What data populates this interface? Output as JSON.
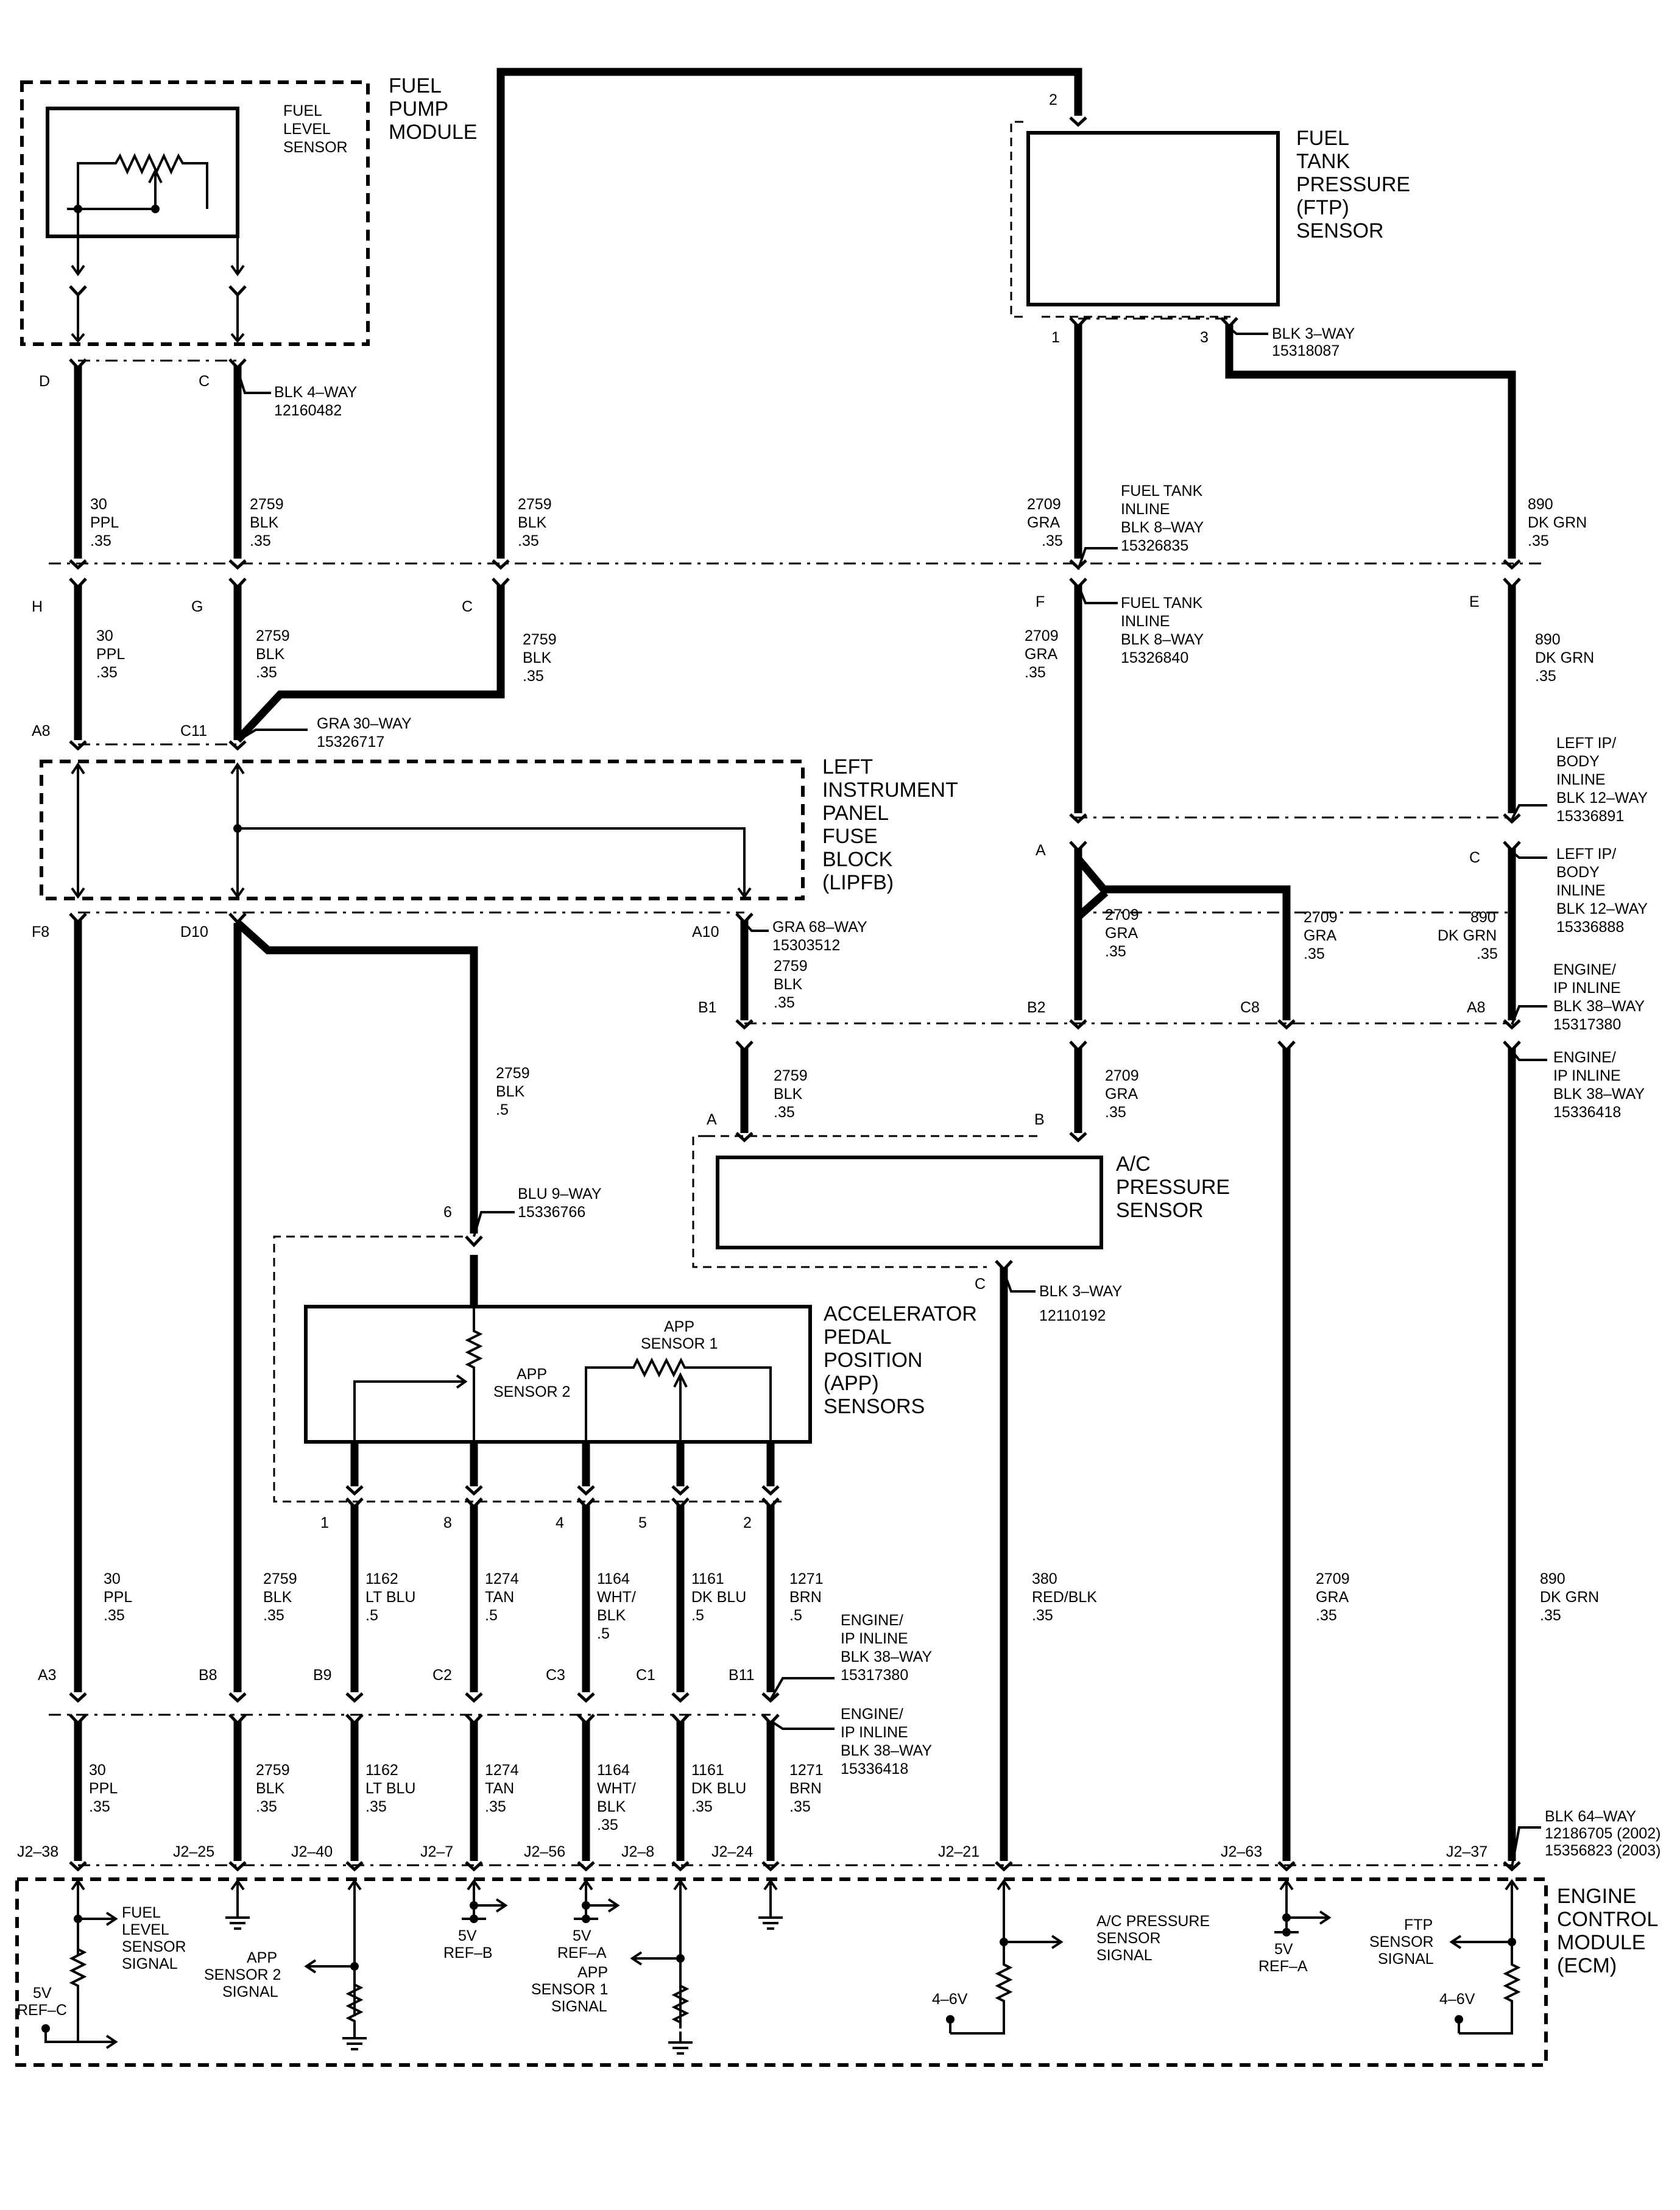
{
  "components": {
    "fuel_pump_module": [
      "FUEL",
      "PUMP",
      "MODULE"
    ],
    "fuel_level_sensor": [
      "FUEL",
      "LEVEL",
      "SENSOR"
    ],
    "ftp_sensor": [
      "FUEL",
      "TANK",
      "PRESSURE",
      "(FTP)",
      "SENSOR"
    ],
    "lipfb": [
      "LEFT",
      "INSTRUMENT",
      "PANEL",
      "FUSE",
      "BLOCK",
      "(LIPFB)"
    ],
    "ac_pressure_sensor": [
      "A/C",
      "PRESSURE",
      "SENSOR"
    ],
    "app_sensors": [
      "ACCELERATOR",
      "PEDAL",
      "POSITION",
      "(APP)",
      "SENSORS"
    ],
    "app_sensor_1": [
      "APP",
      "SENSOR 1"
    ],
    "app_sensor_2": [
      "APP",
      "SENSOR 2"
    ],
    "ecm": [
      "ENGINE",
      "CONTROL",
      "MODULE",
      "(ECM)"
    ]
  },
  "connectors": {
    "c_blk4": [
      "BLK 4–WAY",
      "12160482"
    ],
    "c_blk3_ftp": [
      "BLK 3–WAY",
      "15318087"
    ],
    "c_ft_inline_top": [
      "FUEL TANK",
      "INLINE",
      "BLK 8–WAY",
      "15326835"
    ],
    "c_ft_inline_bot": [
      "FUEL TANK",
      "INLINE",
      "BLK 8–WAY",
      "15326840"
    ],
    "c_gra30": [
      "GRA 30–WAY",
      "15326717"
    ],
    "c_ip_body_top": [
      "LEFT IP/",
      "BODY",
      "INLINE",
      "BLK 12–WAY",
      "15336891"
    ],
    "c_ip_body_bot": [
      "LEFT IP/",
      "BODY",
      "INLINE",
      "BLK 12–WAY",
      "15336888"
    ],
    "c_gra68": [
      "GRA 68–WAY",
      "15303512"
    ],
    "c_eng_ip_top1": [
      "ENGINE/",
      "IP INLINE",
      "BLK 38–WAY",
      "15317380"
    ],
    "c_eng_ip_bot1": [
      "ENGINE/",
      "IP INLINE",
      "BLK 38–WAY",
      "15336418"
    ],
    "c_blu9": [
      "BLU 9–WAY",
      "15336766"
    ],
    "c_blk3_ac": [
      "BLK 3–WAY",
      "12110192"
    ],
    "c_eng_ip_top2": [
      "ENGINE/",
      "IP INLINE",
      "BLK 38–WAY",
      "15317380"
    ],
    "c_eng_ip_bot2": [
      "ENGINE/",
      "IP INLINE",
      "BLK 38–WAY",
      "15336418"
    ],
    "c_blk64": [
      "BLK 64–WAY",
      "12186705 (2002)",
      "15356823 (2003)"
    ]
  },
  "pins": {
    "fpm_d": "D",
    "fpm_c": "C",
    "fpm_h": "H",
    "fpm_g": "G",
    "fpm_c2": "C",
    "ftp_2": "2",
    "ftp_1": "1",
    "ftp_3": "3",
    "ft_f": "F",
    "ft_e": "E",
    "a8": "A8",
    "c11": "C11",
    "f8": "F8",
    "d10": "D10",
    "a10": "A10",
    "ipb_a": "A",
    "ipb_c": "C",
    "b1": "B1",
    "b2": "B2",
    "c8": "C8",
    "a8b": "A8",
    "ac_a": "A",
    "ac_b": "B",
    "ac_c": "C",
    "blu_6": "6",
    "app_1": "1",
    "app_8": "8",
    "app_4": "4",
    "app_5": "5",
    "app_2": "2",
    "a3": "A3",
    "b8": "B8",
    "b9": "B9",
    "c2": "C2",
    "c3": "C3",
    "c1": "C1",
    "b11": "B11",
    "j2_38": "J2–38",
    "j2_25": "J2–25",
    "j2_40": "J2–40",
    "j2_7": "J2–7",
    "j2_56": "J2–56",
    "j2_8": "J2–8",
    "j2_24": "J2–24",
    "j2_21": "J2–21",
    "j2_63": "J2–63",
    "j2_37": "J2–37"
  },
  "wire_labels": {
    "w1": [
      "30",
      "PPL",
      ".35"
    ],
    "w2": [
      "2759",
      "BLK",
      ".35"
    ],
    "w3": [
      "2759",
      "BLK",
      ".35"
    ],
    "w4": [
      "2709",
      "GRA",
      ".35"
    ],
    "w5": [
      "890",
      "DK GRN",
      ".35"
    ],
    "w6": [
      "30",
      "PPL",
      ".35"
    ],
    "w7": [
      "2759",
      "BLK",
      ".35"
    ],
    "w8": [
      "2759",
      "BLK",
      ".35"
    ],
    "w9": [
      "2709",
      "GRA",
      ".35"
    ],
    "w10": [
      "890",
      "DK GRN",
      ".35"
    ],
    "w11": [
      "2759",
      "BLK",
      ".35"
    ],
    "w12": [
      "2709",
      "GRA",
      ".35"
    ],
    "w13": [
      "2709",
      "GRA",
      ".35"
    ],
    "w14": [
      "890",
      "DK GRN",
      ".35"
    ],
    "w15": [
      "2759",
      "BLK",
      ".5"
    ],
    "w16": [
      "2759",
      "BLK",
      ".35"
    ],
    "w17": [
      "2709",
      "GRA",
      ".35"
    ],
    "w18": [
      "30",
      "PPL",
      ".35"
    ],
    "w19": [
      "2759",
      "BLK",
      ".35"
    ],
    "w20": [
      "1162",
      "LT BLU",
      ".5"
    ],
    "w21": [
      "1274",
      "TAN",
      ".5"
    ],
    "w22": [
      "1164",
      "WHT/",
      "BLK",
      ".5"
    ],
    "w23": [
      "1161",
      "DK BLU",
      ".5"
    ],
    "w24": [
      "1271",
      "BRN",
      ".5"
    ],
    "w25": [
      "380",
      "RED/BLK",
      ".35"
    ],
    "w26": [
      "2709",
      "GRA",
      ".35"
    ],
    "w27": [
      "890",
      "DK GRN",
      ".35"
    ],
    "w28": [
      "30",
      "PPL",
      ".35"
    ],
    "w29": [
      "2759",
      "BLK",
      ".35"
    ],
    "w30": [
      "1162",
      "LT BLU",
      ".35"
    ],
    "w31": [
      "1274",
      "TAN",
      ".35"
    ],
    "w32": [
      "1164",
      "WHT/",
      "BLK",
      ".35"
    ],
    "w33": [
      "1161",
      "DK BLU",
      ".35"
    ],
    "w34": [
      "1271",
      "BRN",
      ".35"
    ]
  },
  "ecm_labels": {
    "fuel_level_signal": [
      "FUEL",
      "LEVEL",
      "SENSOR",
      "SIGNAL"
    ],
    "ref_c": [
      "5V",
      "REF–C"
    ],
    "app2_signal": [
      "APP",
      "SENSOR 2",
      "SIGNAL"
    ],
    "ref_b": [
      "5V",
      "REF–B"
    ],
    "ref_a1": [
      "5V",
      "REF–A"
    ],
    "app1_signal": [
      "APP",
      "SENSOR 1",
      "SIGNAL"
    ],
    "ac_signal": [
      "A/C PRESSURE",
      "SENSOR",
      "SIGNAL"
    ],
    "v46_1": [
      "4–6V"
    ],
    "ref_a2": [
      "5V",
      "REF–A"
    ],
    "ftp_signal": [
      "FTP",
      "SENSOR",
      "SIGNAL"
    ],
    "v46_2": [
      "4–6V"
    ]
  }
}
